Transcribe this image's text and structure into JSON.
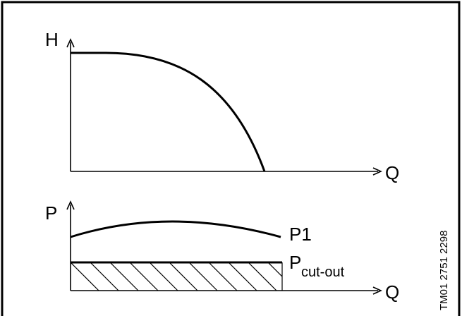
{
  "top_plot": {
    "y_axis_label": "H",
    "x_axis_label": "Q"
  },
  "bottom_plot": {
    "y_axis_label": "P",
    "x_axis_label": "Q",
    "curve_label": "P1",
    "cutout_label_main": "P",
    "cutout_label_sub": "cut-out"
  },
  "reference_code": "TM01 2751 2298"
}
